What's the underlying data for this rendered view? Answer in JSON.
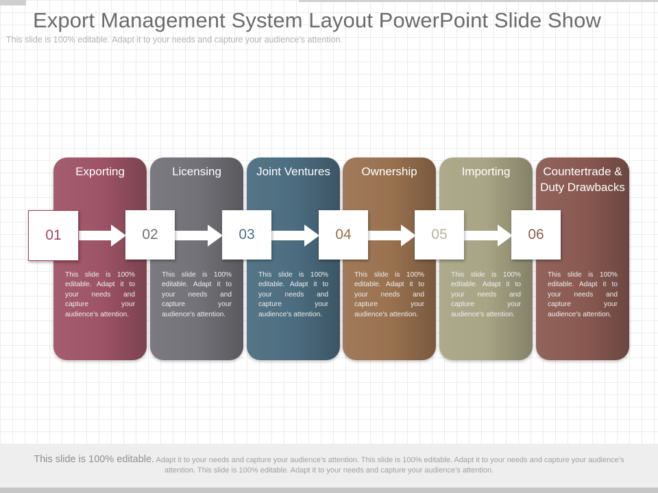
{
  "slide": {
    "title": "Export Management System Layout PowerPoint Slide Show",
    "subtitle": "This slide is 100% editable. Adapt it to your needs and capture your audience's attention."
  },
  "steps": [
    {
      "number": "01",
      "title": "Exporting",
      "desc": "This slide is 100% editable. Adapt it to your needs and capture your audience's attention.",
      "color": "#9e5466",
      "number_color": "#a3455e"
    },
    {
      "number": "02",
      "title": "Licensing",
      "desc": "This slide is 100% editable. Adapt it to your needs and capture your audience's attention.",
      "color": "#737278",
      "number_color": "#6f6f75"
    },
    {
      "number": "03",
      "title": "Joint Ventures",
      "desc": "This slide is 100% editable. Adapt it to your needs and capture your audience's attention.",
      "color": "#4c6d80",
      "number_color": "#4a6f87"
    },
    {
      "number": "04",
      "title": "Ownership",
      "desc": "This slide is 100% editable. Adapt it to your needs and capture your audience's attention.",
      "color": "#9a7250",
      "number_color": "#9a6e45"
    },
    {
      "number": "05",
      "title": "Importing",
      "desc": "This slide is 100% editable. Adapt it to your needs and capture your audience's attention.",
      "color": "#a8a585",
      "number_color": "#b8b59a"
    },
    {
      "number": "06",
      "title": "Countertrade & Duty Drawbacks",
      "desc": "This slide is 100% editable. Adapt it to your needs and capture your audience's attention.",
      "color": "#8a5a52",
      "number_color": "#8f5b50"
    }
  ],
  "footer": {
    "lead": "This slide is 100% editable.",
    "text": "Adapt it to your needs and capture your audience’s attention. This slide is 100% editable. Adapt it to your needs and capture your audience’s attention. This slide is 100% editable. Adapt it to your needs and capture your audience’s attention."
  }
}
